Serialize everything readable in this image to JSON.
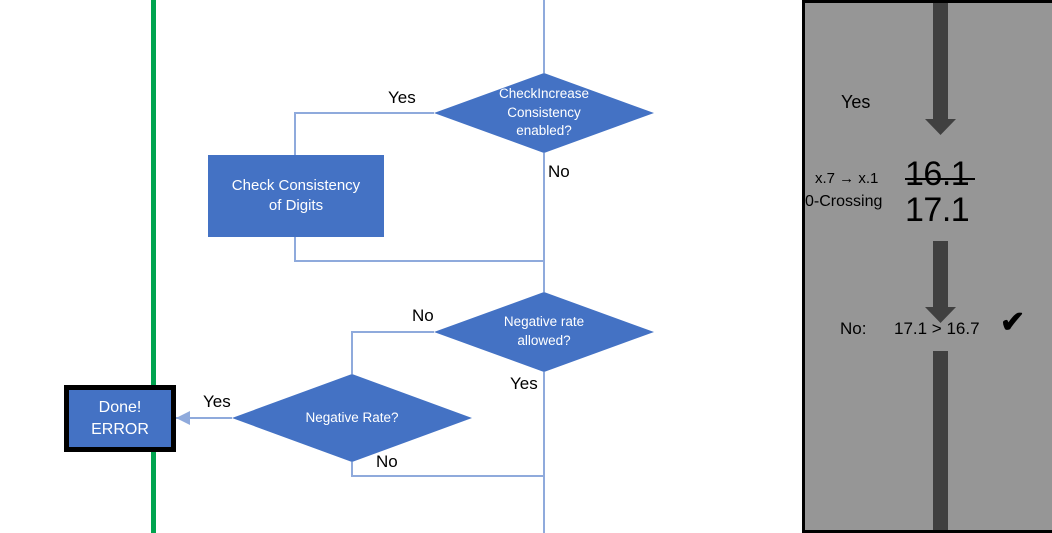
{
  "flow": {
    "decisions": [
      {
        "id": "check-increase-consistency",
        "lines": [
          "CheckIncrease",
          "Consistency",
          "enabled?"
        ]
      },
      {
        "id": "negative-rate-allowed",
        "lines": [
          "Negative rate",
          "allowed?"
        ]
      },
      {
        "id": "negative-rate",
        "lines": [
          "Negative Rate?"
        ]
      }
    ],
    "processes": [
      {
        "id": "check-consistency-of-digits",
        "lines": [
          "Check Consistency",
          "of Digits"
        ]
      },
      {
        "id": "done-error",
        "lines": [
          "Done!",
          "ERROR"
        ]
      }
    ],
    "edge_labels": {
      "check_increase_yes": "Yes",
      "check_increase_no": "No",
      "negative_rate_allowed_no": "No",
      "negative_rate_allowed_yes": "Yes",
      "negative_rate_yes": "Yes",
      "negative_rate_no": "No"
    }
  },
  "side_panel": {
    "yes_label": "Yes",
    "rule_label": "x.7 → x.1",
    "crossing_label": "0-Crossing",
    "value_struck": "16.1",
    "value_result": "17.1",
    "no_label": "No:",
    "comparison": "17.1 > 16.7",
    "check_glyph": "✔"
  },
  "colors": {
    "shape_blue": "#4472C4",
    "connector_blue": "#8FAADC",
    "green_rule": "#00A44F",
    "panel_gray": "#969696",
    "panel_arrow": "#404040",
    "text_white": "#FFFFFF",
    "text_black": "#000000"
  }
}
